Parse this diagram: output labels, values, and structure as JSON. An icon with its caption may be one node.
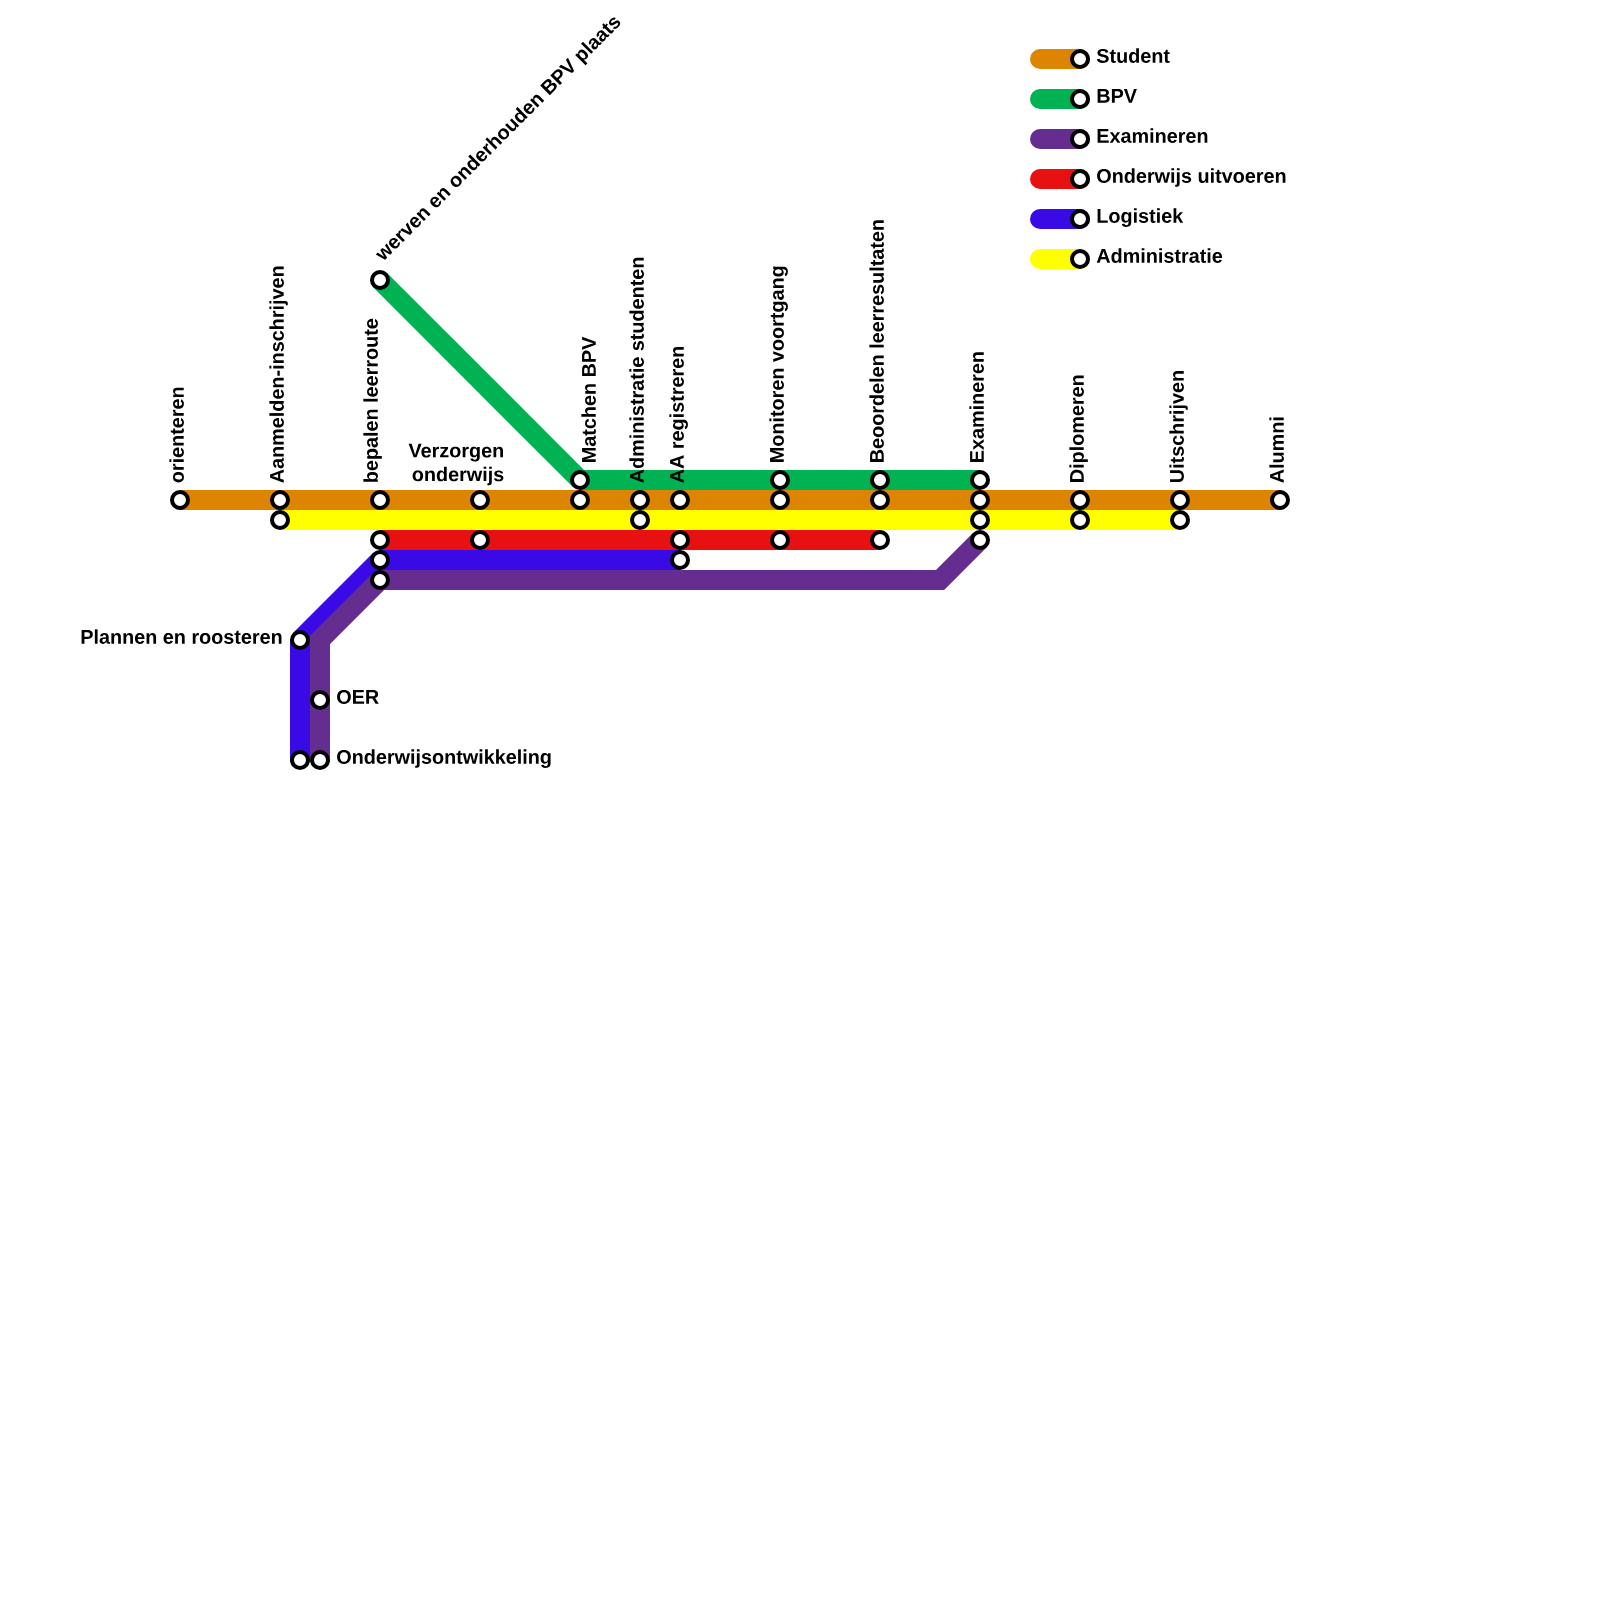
{
  "diagram": {
    "nodes": [
      {
        "text": [
          "orienteren"
        ]
      },
      {
        "text": [
          "Aanmelden-inschrijven"
        ]
      },
      {
        "text": [
          "werven en onderhouden BPV plaats"
        ]
      },
      {
        "text": [
          "bepalen leerroute"
        ]
      },
      {
        "text": [
          "Verzorgen onderwijs"
        ]
      },
      {
        "text": [
          "Matchen BPV"
        ]
      },
      {
        "text": [
          "Administratie studenten"
        ]
      },
      {
        "text": [
          "AA registreren"
        ]
      },
      {
        "text": [
          "Monitoren voortgang"
        ]
      },
      {
        "text": [
          "Beoordelen leerresultaten"
        ]
      },
      {
        "text": [
          "Examineren"
        ]
      },
      {
        "text": [
          "Diplomeren"
        ]
      },
      {
        "text": [
          "Uitschrijven"
        ]
      },
      {
        "text": [
          "Alumni"
        ]
      },
      {
        "text": [
          "Plannen en roosteren"
        ]
      },
      {
        "text": [
          "OER"
        ]
      },
      {
        "text": [
          "Onderwijsontwikkeling"
        ]
      },
      {
        "text": [],
        "shape": "circle"
      },
      {
        "text": [],
        "shape": "circle"
      },
      {
        "text": [],
        "shape": "circle"
      },
      {
        "text": [],
        "shape": "circle"
      },
      {
        "text": [],
        "shape": "circle"
      }
    ],
    "edges": [
      {
        "from": 0,
        "to": 1,
        "arrow": "none"
      },
      {
        "from": 1,
        "to": 3,
        "arrow": "none"
      },
      {
        "from": 3,
        "to": 4,
        "arrow": "none"
      },
      {
        "from": 4,
        "to": 5,
        "arrow": "none"
      },
      {
        "from": 5,
        "to": 6,
        "arrow": "none"
      },
      {
        "from": 6,
        "to": 7,
        "arrow": "none"
      },
      {
        "from": 7,
        "to": 8,
        "arrow": "none"
      },
      {
        "from": 8,
        "to": 9,
        "arrow": "none"
      },
      {
        "from": 9,
        "to": 10,
        "arrow": "none"
      },
      {
        "from": 10,
        "to": 11,
        "arrow": "none"
      },
      {
        "from": 11,
        "to": 12,
        "arrow": "none"
      },
      {
        "from": 12,
        "to": 13,
        "arrow": "none"
      },
      {
        "from": 2,
        "to": 5,
        "arrow": "none",
        "color": "#00b251"
      },
      {
        "from": 5,
        "to": 8,
        "arrow": "none",
        "color": "#00b251"
      },
      {
        "from": 8,
        "to": 9,
        "arrow": "none",
        "color": "#00b251"
      },
      {
        "from": 9,
        "to": 10,
        "arrow": "none",
        "color": "#00b251"
      },
      {
        "from": 17,
        "to": 18,
        "arrow": "none",
        "color": "#e81111"
      },
      {
        "from": 18,
        "to": 19,
        "arrow": "none",
        "color": "#e81111"
      },
      {
        "from": 19,
        "to": 20,
        "arrow": "none",
        "color": "#e81111"
      },
      {
        "from": 20,
        "to": 21,
        "arrow": "none",
        "color": "#e81111"
      },
      {
        "from": 16,
        "to": 14,
        "arrow": "none",
        "color": "#3a0ae6"
      },
      {
        "from": 14,
        "to": 17,
        "arrow": "none",
        "color": "#3a0ae6"
      },
      {
        "from": 17,
        "to": 19,
        "arrow": "none",
        "color": "#3a0ae6"
      },
      {
        "from": 16,
        "to": 15,
        "arrow": "none",
        "color": "#662d91"
      },
      {
        "from": 15,
        "to": 17,
        "arrow": "none",
        "color": "#662d91"
      },
      {
        "from": 17,
        "to": 10,
        "arrow": "none",
        "color": "#662d91"
      },
      {
        "from": 1,
        "to": 6,
        "arrow": "none",
        "color": "#ffff00"
      },
      {
        "from": 6,
        "to": 10,
        "arrow": "none",
        "color": "#ffff00"
      },
      {
        "from": 10,
        "to": 11,
        "arrow": "none",
        "color": "#ffff00"
      },
      {
        "from": 11,
        "to": 12,
        "arrow": "none",
        "color": "#ffff00"
      }
    ],
    "legend": [
      {
        "text": "Student",
        "color": "#dd8500"
      },
      {
        "text": "BPV",
        "color": "#00b251"
      },
      {
        "text": "Examineren",
        "color": "#662d91"
      },
      {
        "text": "Onderwijs uitvoeren",
        "color": "#e81111"
      },
      {
        "text": "Logistiek",
        "color": "#3a0ae6"
      },
      {
        "text": "Administratie",
        "color": "#ffff00"
      }
    ]
  }
}
